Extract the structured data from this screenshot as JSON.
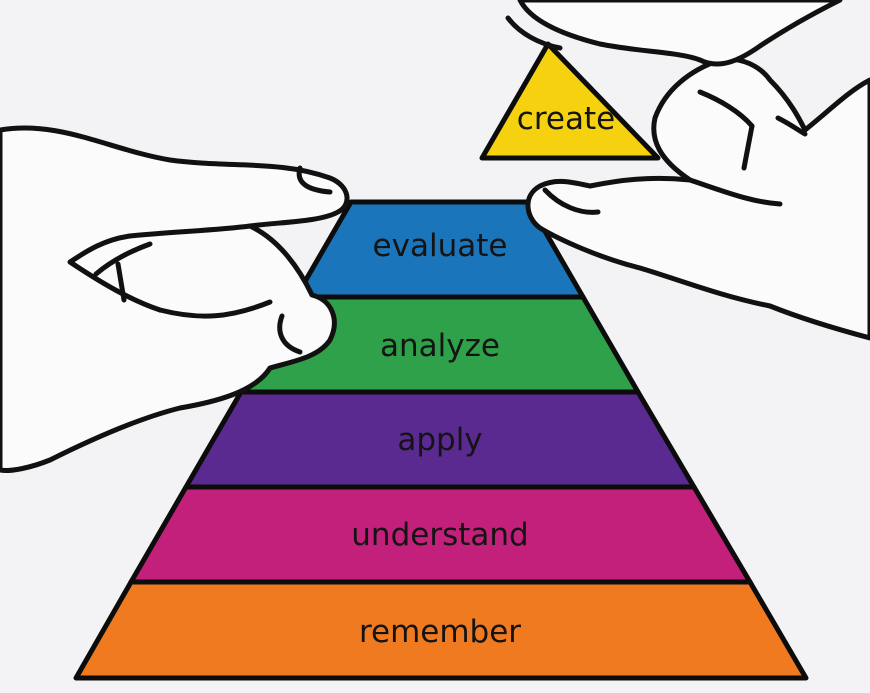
{
  "pyramid": {
    "levels": [
      {
        "label": "remember",
        "color": "#f07a20"
      },
      {
        "label": "understand",
        "color": "#c2207a"
      },
      {
        "label": "apply",
        "color": "#5b2a91"
      },
      {
        "label": "analyze",
        "color": "#2fa14a"
      },
      {
        "label": "evaluate",
        "color": "#1b75bb"
      }
    ],
    "top": {
      "label": "create",
      "color": "#f5d10f"
    }
  },
  "background_color": "#f3f3f5"
}
